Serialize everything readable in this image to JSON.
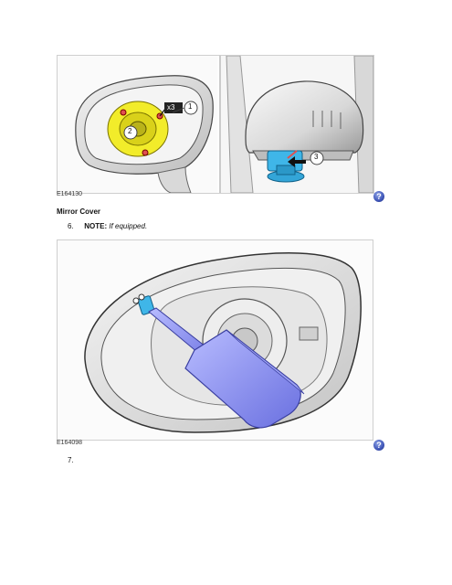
{
  "figure1": {
    "code": "E164130",
    "callout_1": "1",
    "callout_2": "2",
    "callout_3": "3",
    "quantity": "x3",
    "help_icon": "help-icon"
  },
  "section": {
    "title": "Mirror Cover"
  },
  "step6": {
    "number": "6.",
    "note_label": "NOTE:",
    "note_text": "If equipped."
  },
  "figure2": {
    "code": "E164098",
    "help_icon": "help-icon"
  },
  "step7": {
    "number": "7."
  },
  "colors": {
    "glass_yellow": "#f2ec2a",
    "tool_blue": "#8a8ff0",
    "connector_cyan": "#3fb6e8"
  }
}
